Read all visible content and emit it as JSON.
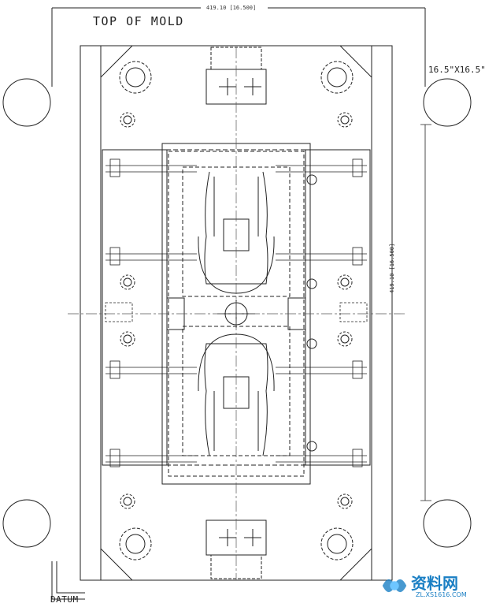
{
  "title": "TOP OF MOLD",
  "dim_top": "419.10 [16.500]",
  "dim_side": "419.10 [16.500]",
  "plate_size": "16.5\"X16.5\"",
  "datum": "DATUM",
  "watermark": {
    "name": "资料网",
    "url": "ZL.XS1616.COM"
  },
  "colors": {
    "line": "#222222",
    "center_line": "#555555",
    "watermark": "#1a7fc4"
  }
}
